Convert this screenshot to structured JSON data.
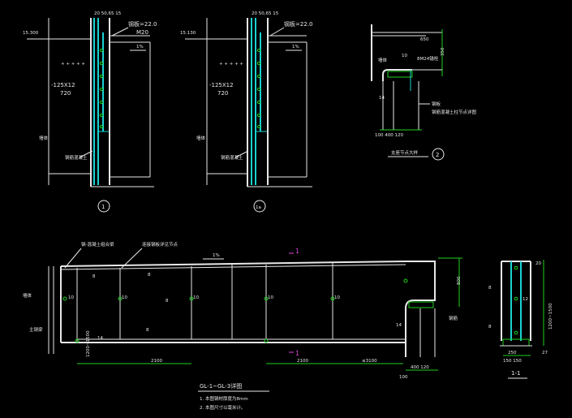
{
  "detail1": {
    "dims_top": "20  50,65  15",
    "plate_label": "钢板=22.0",
    "grout_label": "M20",
    "slope": "1%",
    "elevation": "15.300",
    "dim_left": "-125X12",
    "dim_left_sub": "720",
    "side_label": "墙体",
    "bottom_note": "钢筋混凝土",
    "number": "1"
  },
  "detail1a": {
    "dims_top": "20  50,65  15",
    "plate_label": "钢板=22.0",
    "slope": "1%",
    "elevation": "15.130",
    "dim_left": "-125X12",
    "dim_left_sub": "720",
    "side_label": "墙体",
    "bottom_note": "钢筋混凝土",
    "number": "1a"
  },
  "detail2": {
    "dim_top": "650",
    "dim_right": "350",
    "anchor": "8M24锚栓",
    "note1": "钢板",
    "note2": "钢筋混凝土柱节点详图",
    "left_label": "墙体",
    "dim_14": "14",
    "dim_10": "10",
    "dims_bottom": "100   400   120",
    "title": "支座节点大样",
    "number": "2"
  },
  "elevation_view": {
    "label_top_left": "钢-混凝土组合梁",
    "label_top_mid": "连接钢板详见节点",
    "slope": "1%",
    "section_mark": "1",
    "side_label": "墙体",
    "wall_label": "主钢梁",
    "height_dim": "1200~1500",
    "weld_10": "10",
    "weld_14": "14",
    "weld_8": "8",
    "span_left": "2100",
    "span_mid": "2100",
    "span_right": "≤3100",
    "dim_right": "800",
    "right_label": "钢筋",
    "dim_right_bottom": "400  120",
    "dim_100": "100",
    "title": "GL-1~GL-3详图",
    "note1": "1. 本图钢材厚度为8mm",
    "note2": "2. 本图尺寸以毫米计。"
  },
  "section_view": {
    "weld_8": "8",
    "weld_12": "12",
    "height_dim": "1200~1500",
    "dim_20": "20",
    "dim_27": "27",
    "dims_bottom": "150  150",
    "dim_250": "250",
    "title": "1-1"
  }
}
